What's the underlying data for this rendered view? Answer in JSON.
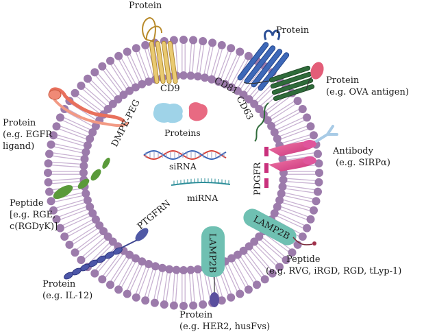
{
  "labels": {
    "protein_top": "Protein",
    "cd9": "CD9",
    "protein_top_right": "Protein",
    "cd81": "CD81",
    "cd63": "CD63",
    "protein_ova_1": "Protein",
    "protein_ova_2": "(e.g. OVA antigen)",
    "dmpe_peg": "DMPE-PEG",
    "protein_egfr_1": "Protein",
    "protein_egfr_2": "(e.g. EGFR",
    "protein_egfr_3": "ligand)",
    "proteins": "Proteins",
    "sirna": "siRNA",
    "mirna": "miRNA",
    "pdgfr": "PDGFR",
    "antibody_1": "Antibody",
    "antibody_2": "(e.g. SIRPα)",
    "peptide_rge_1": "Peptide",
    "peptide_rge_2": "[e.g. RGE,",
    "peptide_rge_3": "c(RGDyK)]",
    "ptgfrn": "PTGFRN",
    "lamp2b_right": "LAMP2B",
    "lamp2b_bottom": "LAMP2B",
    "peptide_rvg_1": "Peptide",
    "peptide_rvg_2": "(e.g. RVG, iRGD, RGD, tLyp-1)",
    "protein_il12_1": "Protein",
    "protein_il12_2": "(e.g. IL-12)",
    "protein_her2_1": "Protein",
    "protein_her2_2": "(e.g. HER2, husFvs)"
  },
  "colors": {
    "lipid_head": "#9c7bab",
    "lipid_tail": "#c8b2d2",
    "cd9": "#e6c56e",
    "cd81": "#3a63b0",
    "cd63": "#2f6b3a",
    "ova": "#e35d78",
    "egfr": "#f07f6a",
    "pdgfr": "#d8418f",
    "antibody": "#a8cbe6",
    "peptide_green": "#5a9a3a",
    "ptgfrn": "#5059a6",
    "lamp2b": "#6fc0b2",
    "rvg_peptide": "#a0304a",
    "her2": "#5a4f9e",
    "protein_blue": "#9fd3e8",
    "protein_pink": "#e86a82",
    "sirna_red": "#d8433a",
    "sirna_blue": "#3a66b8",
    "mirna": "#2f8f9a"
  }
}
